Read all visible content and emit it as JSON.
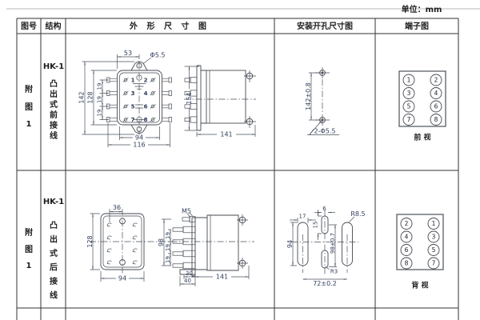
{
  "unit_label": "单位：mm",
  "headers": {
    "fig_no": "图号",
    "structure": "结构",
    "outline": "外 形 尺 寸 图",
    "install": "安装开孔尺寸图",
    "terminal": "端子图"
  },
  "rows": [
    {
      "fig": [
        "附",
        "图",
        "1"
      ],
      "model": "HK-1",
      "type": [
        "凸",
        "出",
        "式",
        "前",
        "接",
        "线"
      ],
      "outline": {
        "d53": "53",
        "dphi": "Φ5.5",
        "d142": "142",
        "d128": "128",
        "p1": "19",
        "p2": "19",
        "p3": "19",
        "d94": "94",
        "d116": "116",
        "d154": "154",
        "d141": "141",
        "nums": [
          "1",
          "2",
          "3",
          "4",
          "5",
          "6",
          "7",
          "8"
        ]
      },
      "install": {
        "dv": "142±0.8",
        "holes": "2-Φ5.5"
      },
      "terminal": {
        "nums": [
          "1",
          "2",
          "3",
          "4",
          "5",
          "6",
          "7",
          "8"
        ],
        "label": "前  视"
      }
    },
    {
      "fig": [
        "附",
        "图",
        "1"
      ],
      "model": "HK-1",
      "type": [
        "凸",
        "出",
        "式",
        "后",
        "接",
        "线"
      ],
      "outline": {
        "d36": "36",
        "d128": "128",
        "d94": "94",
        "m5": "M5",
        "d98": "98",
        "p1": "19",
        "p2": "19",
        "p3": "19",
        "d30": "30",
        "d40": "40",
        "d141": "141"
      },
      "install": {
        "d17": "17",
        "d6": "6",
        "d15": "15",
        "d94": "94",
        "dv": "98±0.7",
        "r1": "R8.5",
        "r2": "R3",
        "db": "72±0.2"
      },
      "terminal": {
        "nums": [
          "2",
          "1",
          "4",
          "3",
          "6",
          "5",
          "8",
          "7"
        ],
        "label": "背  视"
      }
    }
  ]
}
